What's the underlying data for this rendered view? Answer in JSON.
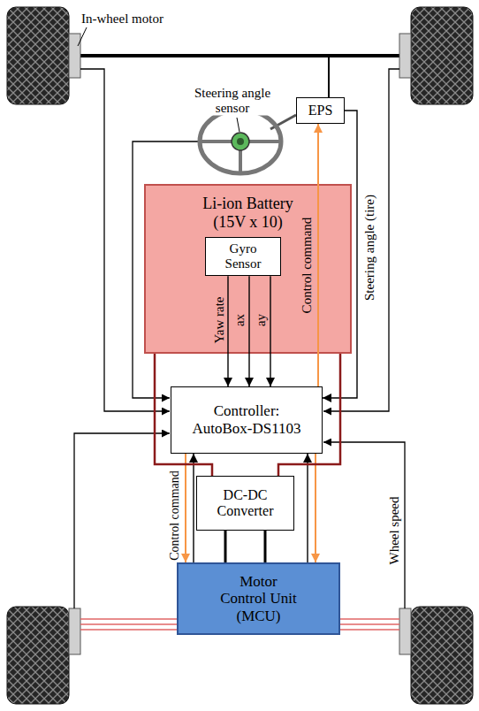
{
  "diagram": {
    "nodes": [
      {
        "text": [
          "EPS"
        ]
      },
      {
        "text": [
          "Li-ion Battery (15V x 10)"
        ]
      },
      {
        "text": [
          "Gyro Sensor"
        ],
        "in": 1
      },
      {
        "text": [
          "Controller: AutoBox-DS1103"
        ]
      },
      {
        "text": [
          "DC-DC Converter"
        ]
      },
      {
        "text": [
          "Motor Control Unit (MCU)"
        ]
      }
    ],
    "edges": [
      {
        "from": 2,
        "to": 3,
        "label": "Yaw rate",
        "arrow": "to"
      },
      {
        "from": 2,
        "to": 3,
        "label": "ax",
        "arrow": "to"
      },
      {
        "from": 2,
        "to": 3,
        "label": "ay",
        "arrow": "to"
      },
      {
        "from": 3,
        "to": 0,
        "label": "Control command",
        "arrow": "to"
      },
      {
        "from": 0,
        "to": 3,
        "label": "Steering angle (tire)",
        "arrow": "to"
      },
      {
        "from": 3,
        "to": 5,
        "label": "Control command",
        "arrow": "to"
      },
      {
        "from": 5,
        "to": 3,
        "arrow": "to"
      },
      {
        "from": 5,
        "to": 3,
        "arrow": "to"
      },
      {
        "from": 3,
        "to": 5,
        "arrow": "to"
      },
      {
        "from": 1,
        "to": 4,
        "arrow": "none"
      },
      {
        "from": 1,
        "to": 4,
        "arrow": "none"
      },
      {
        "from": 4,
        "to": 5,
        "arrow": "none"
      },
      {
        "from": 4,
        "to": 5,
        "arrow": "none"
      }
    ],
    "labels": [
      "In-wheel motor",
      "Steering angle sensor",
      "Wheel speed"
    ]
  }
}
